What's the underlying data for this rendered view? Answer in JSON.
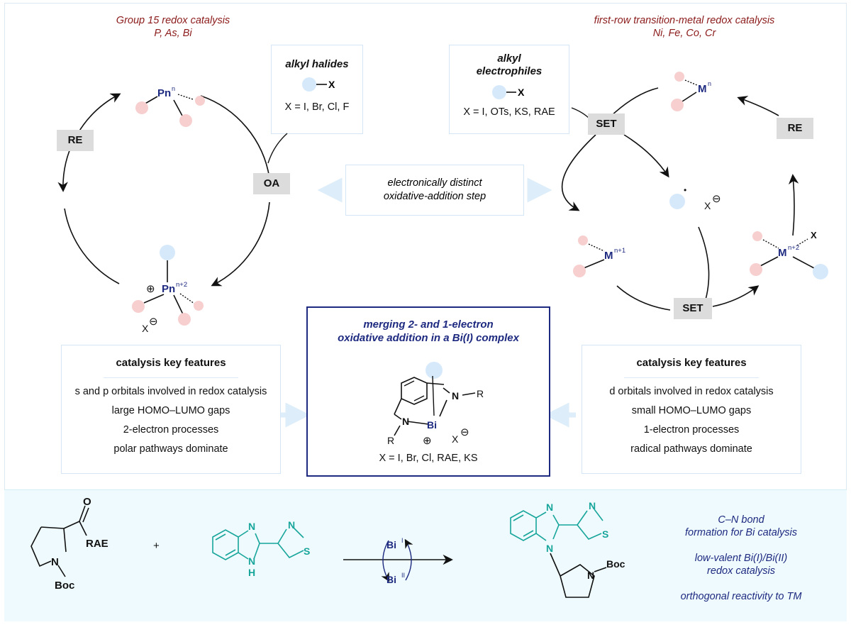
{
  "left_cycle": {
    "heading": [
      "Group 15 redox catalysis",
      "P, As, Bi"
    ],
    "tag_re": "RE",
    "tag_oa": "OA",
    "pn_top": "Pn",
    "pn_top_sup": "n",
    "pn_bottom": "Pn",
    "pn_bottom_sup": "n+2",
    "counterion": "X",
    "plus": "⊕",
    "minus": "⊖"
  },
  "alkyl_halides": {
    "title": "alkyl halides",
    "atom": "X",
    "scope": "X = I, Br, Cl, F"
  },
  "alkyl_electrophiles": {
    "title": [
      "alkyl",
      "electrophiles"
    ],
    "atom": "X",
    "scope": "X = I, OTs, KS, RAE"
  },
  "center_note": [
    "electronically distinct",
    "oxidative-addition step"
  ],
  "right_cycle": {
    "heading": [
      "first-row transition-metal redox catalysis",
      "Ni, Fe, Co, Cr"
    ],
    "tag_set_top": "SET",
    "tag_set_bottom": "SET",
    "tag_re": "RE",
    "m_top": "M",
    "m_top_sup": "n",
    "m_left": "M",
    "m_left_sup": "n+1",
    "m_right": "M",
    "m_right_sup": "n+2",
    "x_label": "X",
    "radical_dot": "•",
    "counterion": "X",
    "minus": "⊖"
  },
  "left_features": {
    "title": "catalysis key features",
    "items": [
      "s and p orbitals involved in redox catalysis",
      "large HOMO–LUMO gaps",
      "2-electron processes",
      "polar pathways dominate"
    ]
  },
  "right_features": {
    "title": "catalysis key features",
    "items": [
      "d orbitals involved in redox catalysis",
      "small HOMO–LUMO gaps",
      "1-electron processes",
      "radical pathways dominate"
    ]
  },
  "center_box": {
    "title": [
      "merging 2- and 1-electron",
      "oxidative addition in a Bi(I) complex"
    ],
    "atoms": {
      "n1": "N",
      "n2": "N",
      "bi": "Bi",
      "r1": "R",
      "r2": "R",
      "plus": "⊕",
      "x": "X",
      "minus": "⊖"
    },
    "scope": "X = I, Br, Cl, RAE, KS"
  },
  "reaction": {
    "reagent_labels": {
      "o": "O",
      "rae": "RAE",
      "n": "N",
      "boc": "Boc"
    },
    "plus": "+",
    "heterocycle_labels": {
      "n1": "N",
      "nh_n": "N",
      "nh_h": "H",
      "tz_n": "N",
      "tz_s": "S"
    },
    "catalyst": {
      "bi1": "Bi",
      "bi1_sup": "I",
      "bi2": "Bi",
      "bi2_sup": "II"
    },
    "product_labels": {
      "n1": "N",
      "n2": "N",
      "tz_n": "N",
      "tz_s": "S",
      "pyr_n": "N",
      "boc": "Boc"
    },
    "notes": [
      [
        "C–N bond",
        "formation for Bi catalysis"
      ],
      [
        "low-valent Bi(I)/Bi(II)",
        "redox catalysis"
      ],
      [
        "orthogonal reactivity to TM"
      ]
    ]
  },
  "colors": {
    "heading_red": "#8b1a1a",
    "navy": "#1e2a80",
    "teal": "#17a59b",
    "pink": "#f7cfcf",
    "blue": "#d6e9fb",
    "tag_grey": "#dcdcdc",
    "band": "#eefafd"
  }
}
